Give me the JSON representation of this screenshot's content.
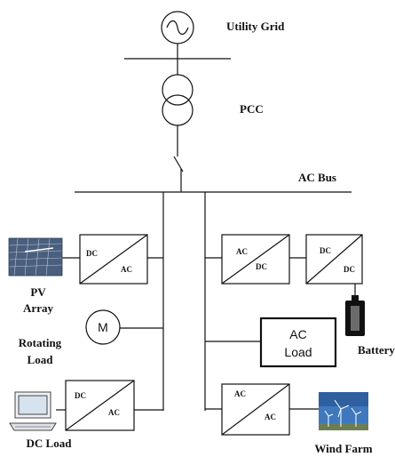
{
  "labels": {
    "utility_grid": "Utility Grid",
    "pcc": "PCC",
    "ac_bus": "AC Bus",
    "pv_line1": "PV",
    "pv_line2": "Array",
    "rotating_line1": "Rotating",
    "rotating_line2": "Load",
    "dc_load": "DC Load",
    "battery": "Battery",
    "wind_farm": "Wind Farm",
    "motor_symbol": "M"
  },
  "converters": {
    "pv": {
      "top": "DC",
      "bottom": "AC"
    },
    "dcload": {
      "top": "DC",
      "bottom": "AC"
    },
    "ac_dc": {
      "top": "AC",
      "bottom": "DC"
    },
    "dc_dc": {
      "top": "DC",
      "bottom": "DC"
    },
    "wind": {
      "top": "AC",
      "bottom": "AC"
    }
  },
  "ac_load": {
    "line1": "AC",
    "line2": "Load"
  }
}
